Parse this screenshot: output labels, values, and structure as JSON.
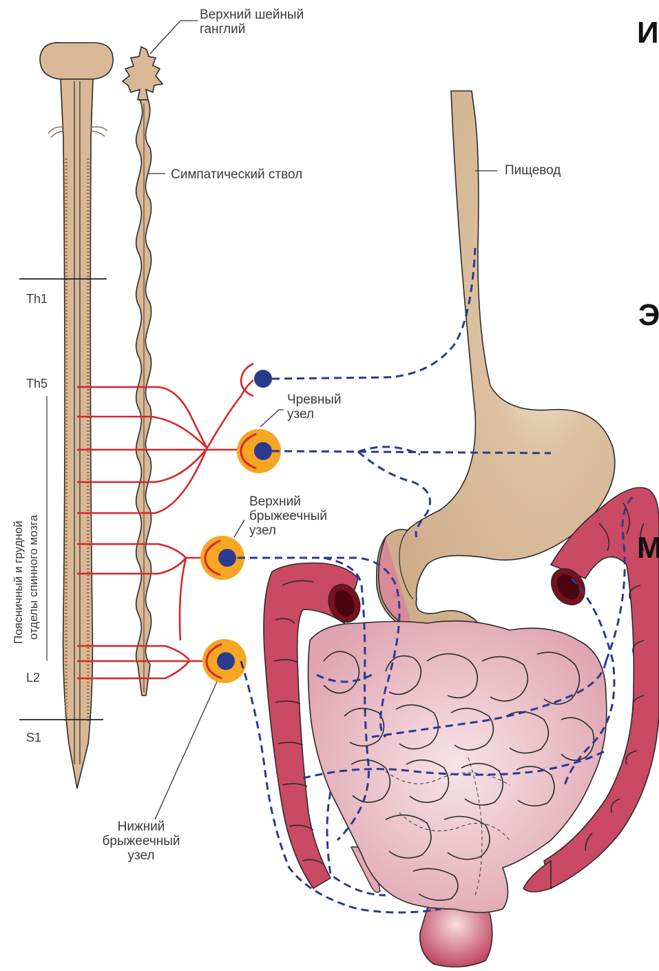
{
  "labels": {
    "superior_cervical_ganglion": [
      "Верхний шейный",
      "ганглий"
    ],
    "sympathetic_trunk": "Симпатический ствол",
    "esophagus": "Пищевод",
    "celiac_node": [
      "Чревный",
      "узел"
    ],
    "superior_mesenteric_node": [
      "Верхний",
      "брыжеечный",
      "узел"
    ],
    "inferior_mesenteric_node": [
      "Нижний",
      "брыжеечный",
      "узел"
    ],
    "spinal_cord_region": [
      "Поясничный и грудной",
      "отделы спинного мозга"
    ]
  },
  "levels": [
    "Th1",
    "Th5",
    "L2",
    "S1"
  ],
  "cropped_letters": [
    "И",
    "Э",
    "М"
  ],
  "colors": {
    "spinal_cord": "#d9b896",
    "preganglionic_nerve": "#d8252a",
    "postganglionic_dashed": "#2a3b8f",
    "ganglion_ring": "#f5a623",
    "ganglion_core": "#2a3b8f",
    "colon": "#c94a62",
    "small_intestine": "#e9b6c0"
  }
}
